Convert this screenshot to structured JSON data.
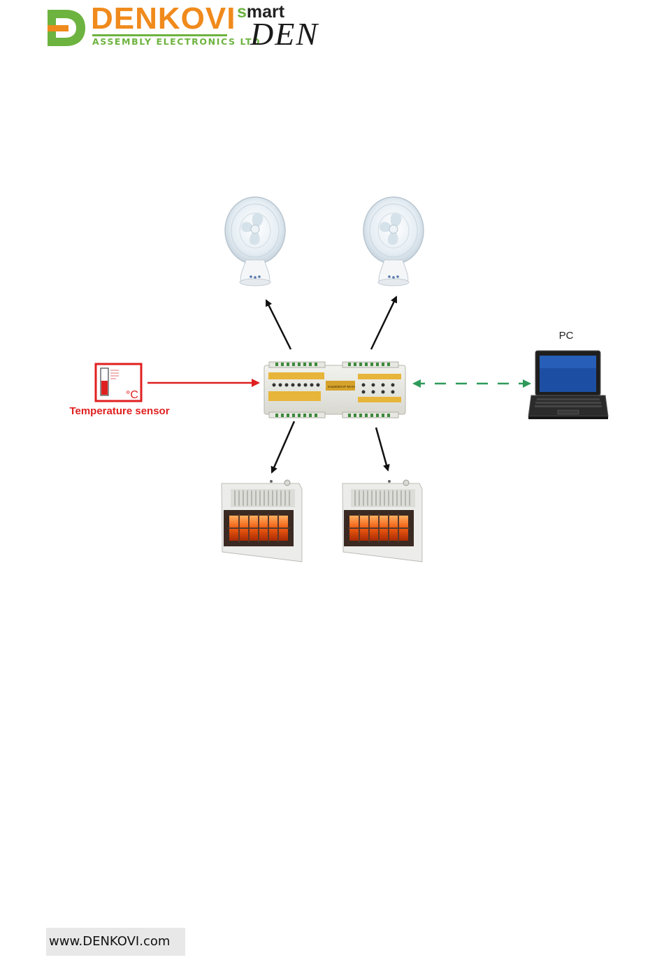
{
  "header": {
    "brand_name": "DENKOVI",
    "brand_tagline": "ASSEMBLY ELECTRONICS LTD",
    "product_smart_s": "s",
    "product_smart_rest": "mart",
    "product_den": "DEN"
  },
  "diagram": {
    "sensor_label": "Temperature sensor",
    "sensor_unit": "°C",
    "pc_label": "PC",
    "controller_label": "smartDEN IP-MAXI",
    "links": [
      {
        "from": "temperature-sensor",
        "to": "controller",
        "style": "solid",
        "color": "#e02020"
      },
      {
        "from": "controller",
        "to": "pc",
        "style": "dashed-bidirectional",
        "color": "#2e9a5a"
      },
      {
        "from": "controller",
        "to": "fan-left",
        "style": "solid",
        "color": "#111111"
      },
      {
        "from": "controller",
        "to": "fan-right",
        "style": "solid",
        "color": "#111111"
      },
      {
        "from": "controller",
        "to": "heater-left",
        "style": "solid",
        "color": "#111111"
      },
      {
        "from": "controller",
        "to": "heater-right",
        "style": "solid",
        "color": "#111111"
      }
    ]
  },
  "footer": {
    "url": "www.DENKOVI.com"
  },
  "colors": {
    "brand_orange": "#f08a1c",
    "brand_green": "#6db33f",
    "sensor_red": "#e02020",
    "pc_link_green": "#2e9a5a"
  }
}
